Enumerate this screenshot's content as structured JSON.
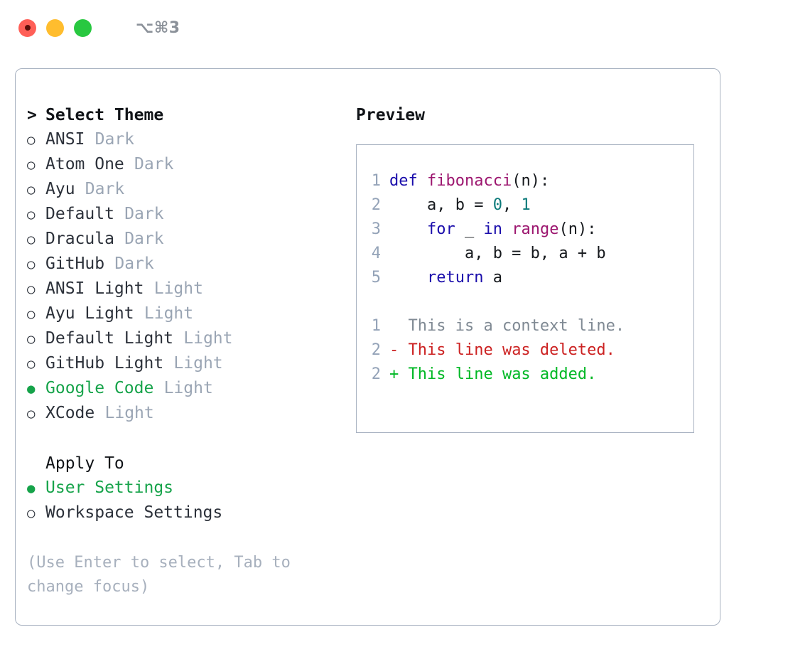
{
  "window": {
    "shortcut": "⌥⌘3",
    "traffic_lights": [
      {
        "name": "close-button",
        "color": "#ff5f57"
      },
      {
        "name": "minimize-button",
        "color": "#ffbd2e"
      },
      {
        "name": "maximize-button",
        "color": "#28c840"
      }
    ]
  },
  "theme_selector": {
    "header_marker": ">",
    "header": "Select Theme",
    "marker_unselected": "○",
    "marker_selected": "●",
    "selected_color": "#16a34a",
    "items": [
      {
        "name": "ANSI",
        "variant": "Dark",
        "selected": false
      },
      {
        "name": "Atom One",
        "variant": "Dark",
        "selected": false
      },
      {
        "name": "Ayu",
        "variant": "Dark",
        "selected": false
      },
      {
        "name": "Default",
        "variant": "Dark",
        "selected": false
      },
      {
        "name": "Dracula",
        "variant": "Dark",
        "selected": false
      },
      {
        "name": "GitHub",
        "variant": "Dark",
        "selected": false
      },
      {
        "name": "ANSI Light",
        "variant": "Light",
        "selected": false
      },
      {
        "name": "Ayu Light",
        "variant": "Light",
        "selected": false
      },
      {
        "name": "Default Light",
        "variant": "Light",
        "selected": false
      },
      {
        "name": "GitHub Light",
        "variant": "Light",
        "selected": false
      },
      {
        "name": "Google Code",
        "variant": "Light",
        "selected": true
      },
      {
        "name": "XCode",
        "variant": "Light",
        "selected": false
      }
    ]
  },
  "apply_to": {
    "title": "Apply To",
    "items": [
      {
        "name": "User Settings",
        "selected": true
      },
      {
        "name": "Workspace Settings",
        "selected": false
      }
    ]
  },
  "hint": "(Use Enter to select, Tab to change focus)",
  "preview": {
    "title": "Preview",
    "code_lines": [
      {
        "num": "1",
        "tokens": [
          {
            "t": "def ",
            "c": "kw"
          },
          {
            "t": "fibonacci",
            "c": "fn"
          },
          {
            "t": "(n):",
            "c": "pln"
          }
        ]
      },
      {
        "num": "2",
        "tokens": [
          {
            "t": "    a, b = ",
            "c": "pln"
          },
          {
            "t": "0",
            "c": "num"
          },
          {
            "t": ", ",
            "c": "pln"
          },
          {
            "t": "1",
            "c": "num"
          }
        ]
      },
      {
        "num": "3",
        "tokens": [
          {
            "t": "    ",
            "c": "pln"
          },
          {
            "t": "for",
            "c": "kw"
          },
          {
            "t": " _ ",
            "c": "pln"
          },
          {
            "t": "in",
            "c": "kw"
          },
          {
            "t": " ",
            "c": "pln"
          },
          {
            "t": "range",
            "c": "fn"
          },
          {
            "t": "(n):",
            "c": "pln"
          }
        ]
      },
      {
        "num": "4",
        "tokens": [
          {
            "t": "        a, b = b, a + b",
            "c": "pln"
          }
        ]
      },
      {
        "num": "5",
        "tokens": [
          {
            "t": "    ",
            "c": "pln"
          },
          {
            "t": "return",
            "c": "kw"
          },
          {
            "t": " a",
            "c": "pln"
          }
        ]
      }
    ],
    "diff_lines": [
      {
        "num": "1",
        "marker": " ",
        "text": " This is a context line.",
        "c": "ctx"
      },
      {
        "num": "2",
        "marker": "-",
        "text": " This line was deleted.",
        "c": "del"
      },
      {
        "num": "2",
        "marker": "+",
        "text": " This line was added.",
        "c": "add"
      }
    ]
  }
}
